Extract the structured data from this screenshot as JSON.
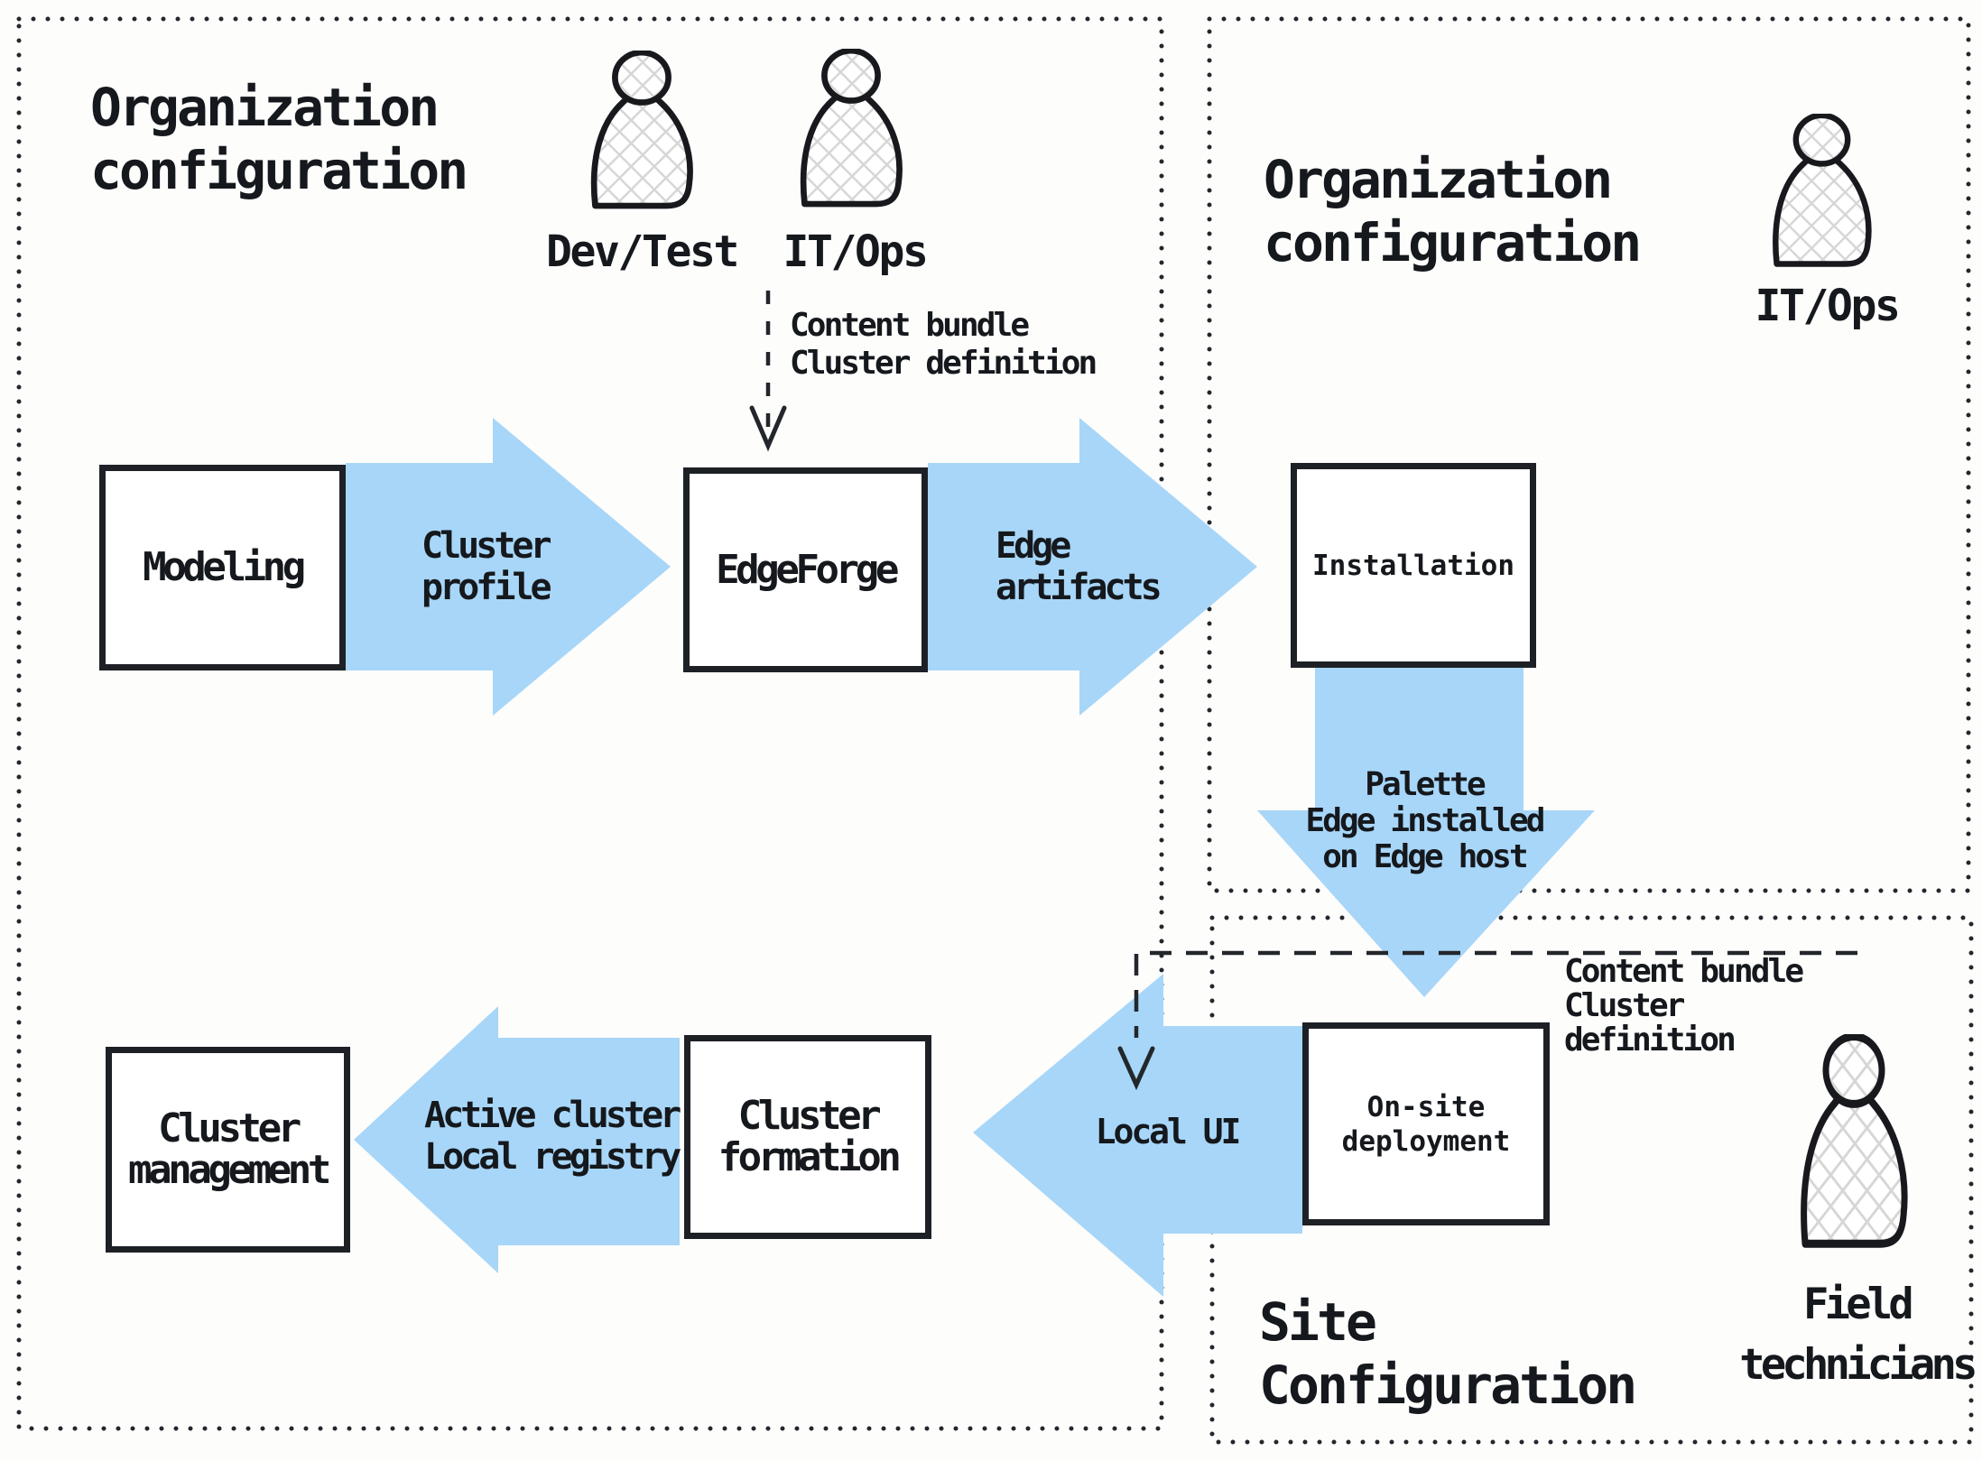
{
  "colors": {
    "arrow_blue": "#a7d6f8",
    "ink": "#15181c",
    "box_border": "#1d2126",
    "hatch_gray": "#d6d6d6",
    "background": "#fdfdfc"
  },
  "org_left": {
    "title": [
      "Organization",
      "configuration"
    ],
    "actors": {
      "dev_test": "Dev/Test",
      "it_ops": "IT/Ops"
    },
    "note_content_bundle": [
      "Content bundle",
      "Cluster definition"
    ],
    "nodes": {
      "modeling": [
        "Modeling"
      ],
      "edgeforge": [
        "EdgeForge"
      ],
      "cluster_formation": [
        "Cluster",
        "formation"
      ],
      "cluster_management": [
        "Cluster",
        "management"
      ]
    },
    "flows": {
      "cluster_profile": [
        "Cluster",
        "profile"
      ],
      "edge_artifacts": [
        "Edge",
        "artifacts"
      ],
      "active_cluster": [
        "Active cluster",
        "Local registry"
      ]
    }
  },
  "org_right": {
    "title": [
      "Organization",
      "configuration"
    ],
    "actors": {
      "it_ops": "IT/Ops"
    },
    "nodes": {
      "installation": [
        "Installation"
      ]
    },
    "flows": {
      "palette_edge": [
        "Palette",
        "Edge installed",
        "on Edge host"
      ]
    }
  },
  "site": {
    "title": [
      "Site",
      "Configuration"
    ],
    "actors": {
      "field_technicians": [
        "Field",
        "technicians"
      ]
    },
    "note_content_bundle": [
      "Content bundle",
      "Cluster",
      "definition"
    ],
    "nodes": {
      "on_site_deployment": [
        "On-site",
        "deployment"
      ]
    },
    "flows": {
      "local_ui": [
        "Local UI"
      ]
    }
  }
}
